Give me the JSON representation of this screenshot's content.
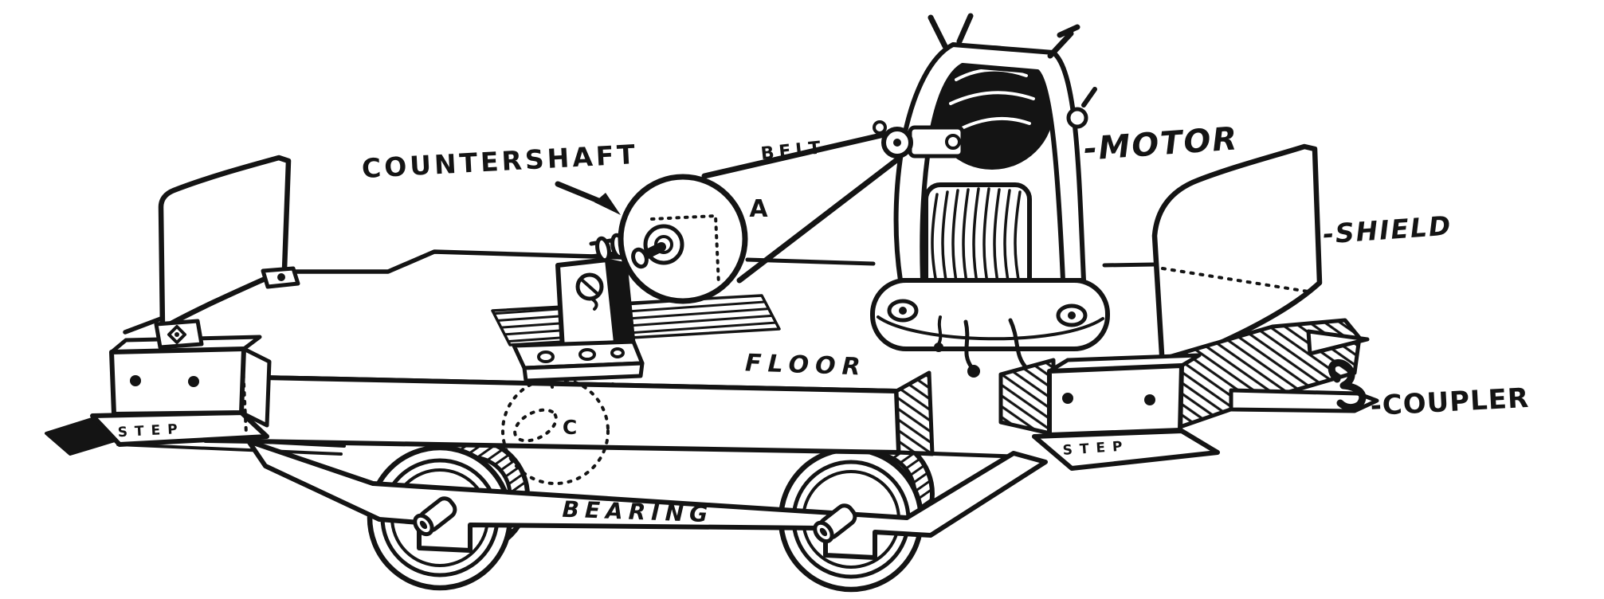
{
  "figure": {
    "type": "technical-illustration",
    "background_color": "#ffffff",
    "ink_color": "#141414",
    "labels": {
      "countershaft": "COUNTERSHAFT",
      "belt": "BELT",
      "motor": "-MOTOR",
      "shield": "-SHIELD",
      "coupler": "-COUPLER",
      "floor": "FLOOR",
      "bearing": "BEARING",
      "step_left": "STEP",
      "step_right": "STEP",
      "point_a": "A",
      "point_c": "C"
    }
  }
}
